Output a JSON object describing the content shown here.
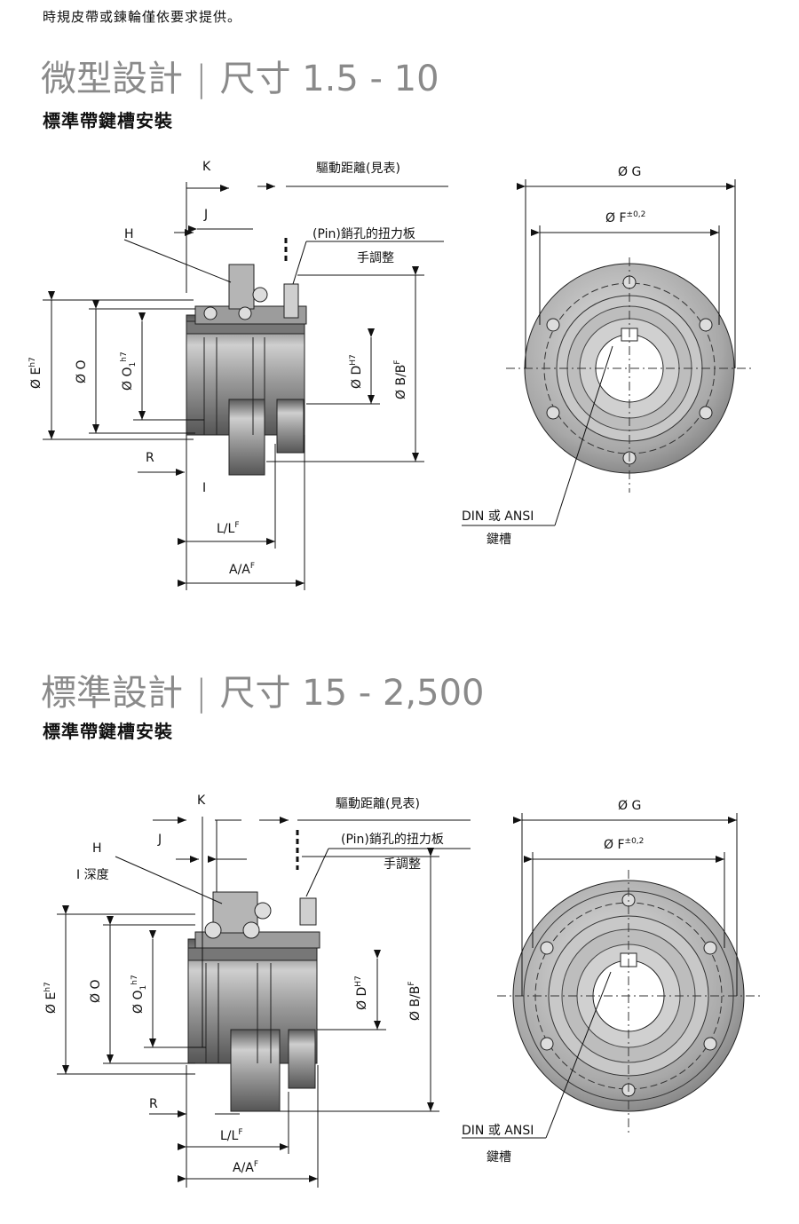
{
  "note": "時規皮帶或鍊輪僅依要求提供。",
  "sections": [
    {
      "title_main": "微型設計",
      "title_size": "尺寸 1.5 - 10",
      "subtitle": "標準帶鍵槽安裝",
      "labels": {
        "K": "K",
        "J": "J",
        "H": "H",
        "drive_distance": "驅動距離(見表)",
        "pin_plate": "(Pin)銷孔的扭力板",
        "hand_adjust": "手調整",
        "E": "Ø E",
        "E_sup": "h7",
        "O": "Ø O",
        "O1": "Ø O",
        "O1_sub": "1",
        "O1_sup": "h7",
        "D": "Ø D",
        "D_sup": "H7",
        "B": "Ø B/B",
        "B_sup": "F",
        "R": "R",
        "I": "I",
        "L": "L/L",
        "L_sup": "F",
        "A": "A/A",
        "A_sup": "F",
        "G": "Ø G",
        "F": "Ø F",
        "F_sup": "±0,2",
        "din": "DIN 或 ANSI",
        "keyway": "鍵槽"
      }
    },
    {
      "title_main": "標準設計",
      "title_size": "尺寸 15 - 2,500",
      "subtitle": "標準帶鍵槽安裝",
      "labels": {
        "K": "K",
        "J": "J",
        "H": "H",
        "I_depth": "I 深度",
        "drive_distance": "驅動距離(見表)",
        "pin_plate": "(Pin)銷孔的扭力板",
        "hand_adjust": "手調整",
        "E": "Ø E",
        "E_sup": "h7",
        "O": "Ø O",
        "O1": "Ø O",
        "O1_sub": "1",
        "O1_sup": "h7",
        "D": "Ø D",
        "D_sup": "H7",
        "B": "Ø B/B",
        "B_sup": "F",
        "R": "R",
        "L": "L/L",
        "L_sup": "F",
        "A": "A/A",
        "A_sup": "F",
        "G": "Ø G",
        "F": "Ø F",
        "F_sup": "±0,2",
        "din": "DIN 或 ANSI",
        "keyway": "鍵槽"
      }
    }
  ],
  "colors": {
    "title": "#8a8a8a",
    "metal_dark": "#6e6e6e",
    "metal_mid": "#9c9c9c",
    "metal_light": "#d4d4d4"
  }
}
